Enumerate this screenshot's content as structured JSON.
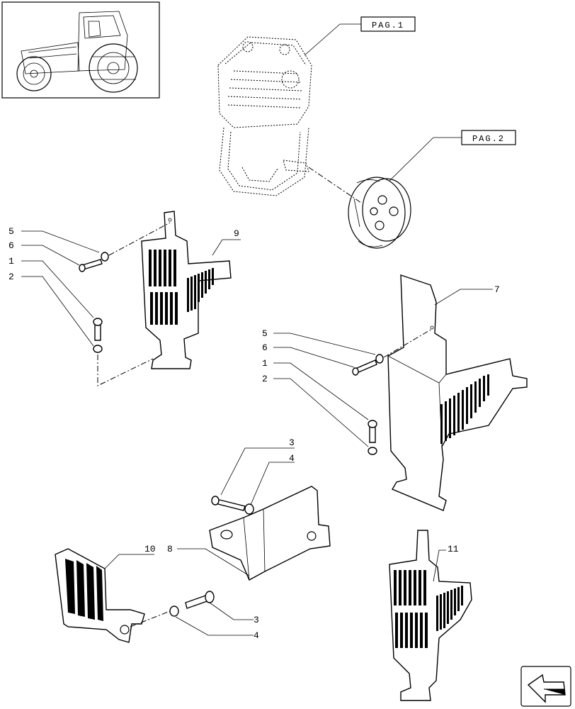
{
  "references": {
    "pag1": "PAG.1",
    "pag2": "PAG.2"
  },
  "callouts": {
    "left_group": [
      "5",
      "6",
      "1",
      "2"
    ],
    "right_group": [
      "5",
      "6",
      "1",
      "2"
    ],
    "part9": "9",
    "part7": "7",
    "part8": "8",
    "part10": "10",
    "part11": "11",
    "upper_bolt": [
      "3",
      "4"
    ],
    "lower_bolt": [
      "3",
      "4"
    ]
  },
  "icons": {
    "thumbnail": "tractor-icon",
    "nav": "back-arrow-icon"
  }
}
